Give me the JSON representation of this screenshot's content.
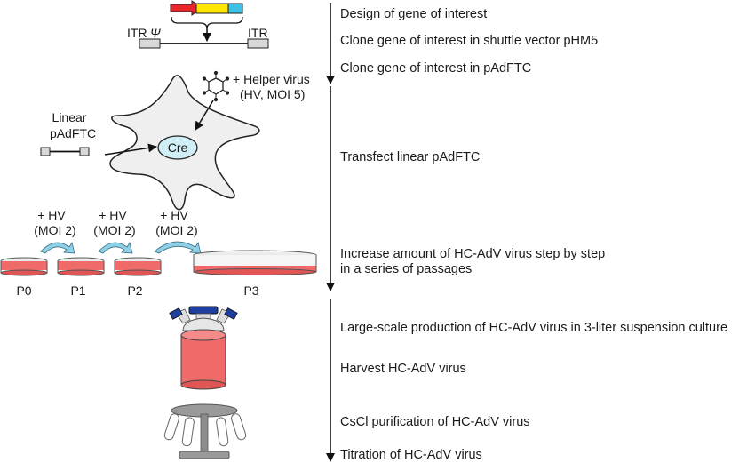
{
  "left": {
    "itr_left": "ITR",
    "psi": "Ψ",
    "itr_right": "ITR",
    "helper_virus_line1": "+ Helper virus",
    "helper_virus_line2": "(HV, MOI 5)",
    "linear_line1": "Linear",
    "linear_line2": "pAdFTC",
    "cre": "Cre",
    "passages": [
      {
        "hv": "+ HV",
        "moi": "(MOI 2)"
      },
      {
        "hv": "+ HV",
        "moi": "(MOI 2)"
      },
      {
        "hv": "+ HV",
        "moi": "(MOI 2)"
      }
    ],
    "dish_labels": [
      "P0",
      "P1",
      "P2",
      "P3"
    ]
  },
  "steps": [
    "Design of gene of interest",
    "Clone gene of interest in shuttle vector pHM5",
    "Clone gene of interest in pAdFTC",
    "Transfect linear pAdFTC",
    "Increase amount of HC-AdV virus step by step",
    "in a series of passages",
    "Large-scale production of HC-AdV virus in 3-liter suspension culture",
    "Harvest HC-AdV virus",
    "CsCl purification of HC-AdV virus",
    "Titration of HC-AdV virus"
  ],
  "colors": {
    "red_arrow": "#e8262b",
    "yellow": "#ffe600",
    "cyan": "#3fc1e6",
    "dish_fill": "#f06a6a",
    "flask_blue": "#1f3fa0",
    "cell_fill": "#efefef",
    "cre_fill": "#cfeef6",
    "curved_arrow": "#8fd0e6"
  }
}
